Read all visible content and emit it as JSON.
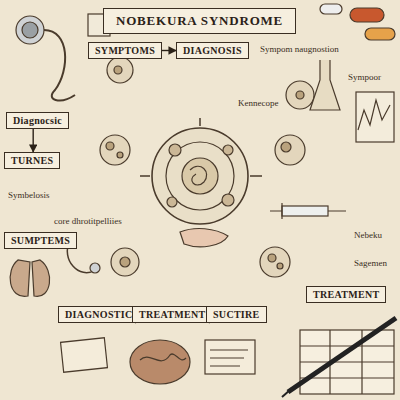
{
  "diagram": {
    "title": "NOBEKURA SYNDROME",
    "nodes": [
      {
        "text": [
          "SYMPTOMS"
        ]
      },
      {
        "text": [
          "DIAGNOSIS"
        ]
      },
      {
        "text": [
          "Diagnocsic"
        ]
      },
      {
        "text": [
          "TURNES"
        ]
      },
      {
        "text": [
          "SUMPTEMS"
        ]
      },
      {
        "text": [
          "DIAGNOSTIC"
        ]
      },
      {
        "text": [
          "TREATMENT"
        ]
      },
      {
        "text": [
          "SUCTIRE"
        ]
      },
      {
        "text": [
          "TREATMENT"
        ]
      }
    ],
    "edges": [
      {
        "from": 0,
        "to": 1,
        "arrow": "to"
      },
      {
        "from": 2,
        "to": 3,
        "arrow": "to"
      },
      {
        "from": 5,
        "to": 6,
        "arrow": "to"
      },
      {
        "from": 6,
        "to": 7,
        "arrow": "to"
      }
    ],
    "labels": [
      "Sympom naugnostion",
      "Sympoor",
      "Symbelosis",
      "Kennecope",
      "core dhrotitpelliies",
      "Nebeku",
      "Sagemen"
    ]
  }
}
